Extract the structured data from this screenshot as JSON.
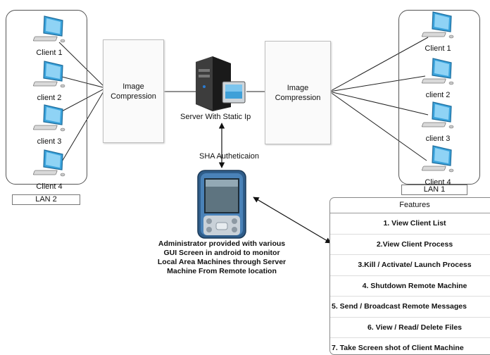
{
  "lan_left": {
    "label": "LAN 2",
    "clients": [
      "Client 1",
      "client 2",
      "client 3",
      "Client 4"
    ]
  },
  "lan_right": {
    "label": "LAN 1",
    "clients": [
      "Client 1",
      "client 2",
      "client 3",
      "Client 4"
    ]
  },
  "compression_left": "Image Compression",
  "compression_right": "Image Compression",
  "server": {
    "label": "Server With Static Ip"
  },
  "auth": {
    "label": "SHA  Autheticaion"
  },
  "administrator": {
    "description": "Administrator provided with various GUI Screen  in android to monitor  Local Area Machines through Server Machine From Remote location"
  },
  "features": {
    "title": "Features",
    "items": [
      "1. View Client List",
      "2.View Client Process",
      "3.Kill / Activate/  Launch Process",
      "4. Shutdown Remote Machine",
      "5. Send / Broadcast Remote Messages",
      "6. View / Read/ Delete Files",
      "7. Take Screen shot of Client Machine"
    ]
  }
}
